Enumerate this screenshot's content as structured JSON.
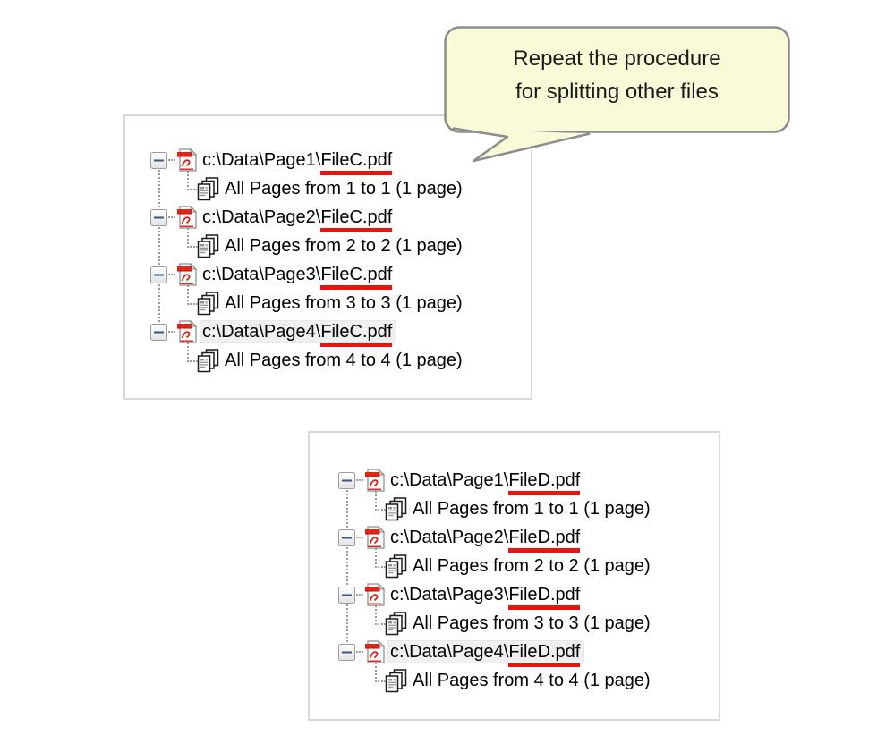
{
  "callout": {
    "lines": [
      "Repeat the procedure",
      "for splitting other files"
    ]
  },
  "panels": [
    {
      "name": "filec-tree",
      "items": [
        {
          "path_prefix": "c:\\Data\\Page1\\",
          "filename": "FileC.pdf",
          "child_label": "All Pages from 1 to 1 (1 page)",
          "highlighted": false
        },
        {
          "path_prefix": "c:\\Data\\Page2\\",
          "filename": "FileC.pdf",
          "child_label": "All Pages from 2 to 2 (1 page)",
          "highlighted": false
        },
        {
          "path_prefix": "c:\\Data\\Page3\\",
          "filename": "FileC.pdf",
          "child_label": "All Pages from 3 to 3 (1 page)",
          "highlighted": false
        },
        {
          "path_prefix": "c:\\Data\\Page4\\",
          "filename": "FileC.pdf",
          "child_label": "All Pages from 4 to 4 (1 page)",
          "highlighted": true
        }
      ]
    },
    {
      "name": "filed-tree",
      "items": [
        {
          "path_prefix": "c:\\Data\\Page1\\",
          "filename": "FileD.pdf",
          "child_label": "All Pages from 1 to 1 (1 page)",
          "highlighted": false
        },
        {
          "path_prefix": "c:\\Data\\Page2\\",
          "filename": "FileD.pdf",
          "child_label": "All Pages from 2 to 2 (1 page)",
          "highlighted": false
        },
        {
          "path_prefix": "c:\\Data\\Page3\\",
          "filename": "FileD.pdf",
          "child_label": "All Pages from 3 to 3 (1 page)",
          "highlighted": false
        },
        {
          "path_prefix": "c:\\Data\\Page4\\",
          "filename": "FileD.pdf",
          "child_label": "All Pages from 4 to 4 (1 page)",
          "highlighted": true
        }
      ]
    }
  ],
  "icons": {
    "expand": "minus-expand-icon",
    "file": "pdf-file-icon",
    "pages": "stacked-pages-icon"
  },
  "colors": {
    "underline-red": "#E8150E",
    "bubble-fill": "#FAFAD8",
    "bubble-border": "#8C8C8C",
    "panel-border": "#D9D9D9",
    "pdf-red": "#DF2614",
    "minus-blue": "#38588A",
    "connector-gray": "#9B9B9B",
    "highlight-bg": "#F0F0F0",
    "text-color": "#000000"
  }
}
